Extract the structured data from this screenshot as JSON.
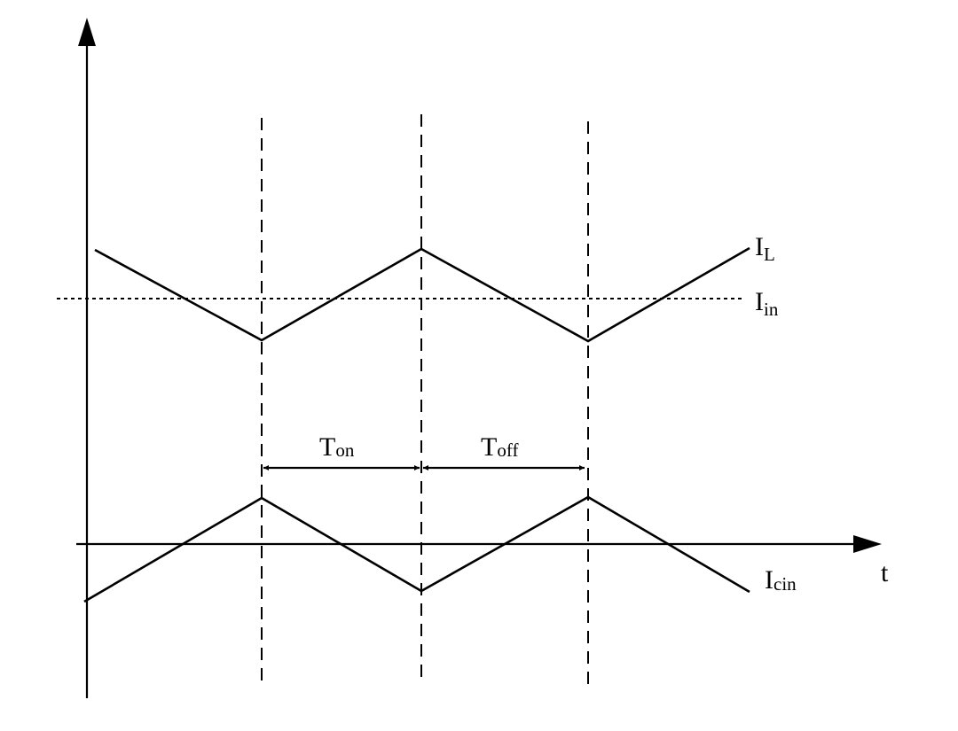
{
  "colors": {
    "ink": "#000000",
    "background": "#ffffff"
  },
  "labels": {
    "il_main": "I",
    "il_sub": "L",
    "iin_main": "I",
    "iin_sub": "in",
    "icin_main": "I",
    "icin_sub": "cin",
    "t_axis": "t",
    "ton_main": "T",
    "ton_sub": "on",
    "toff_main": "T",
    "toff_sub": "off"
  },
  "icons": {
    "arrow_up": "y-axis-arrow-icon",
    "arrow_right": "t-axis-arrow-icon",
    "dimension_arrows": "double-arrow-icon"
  }
}
